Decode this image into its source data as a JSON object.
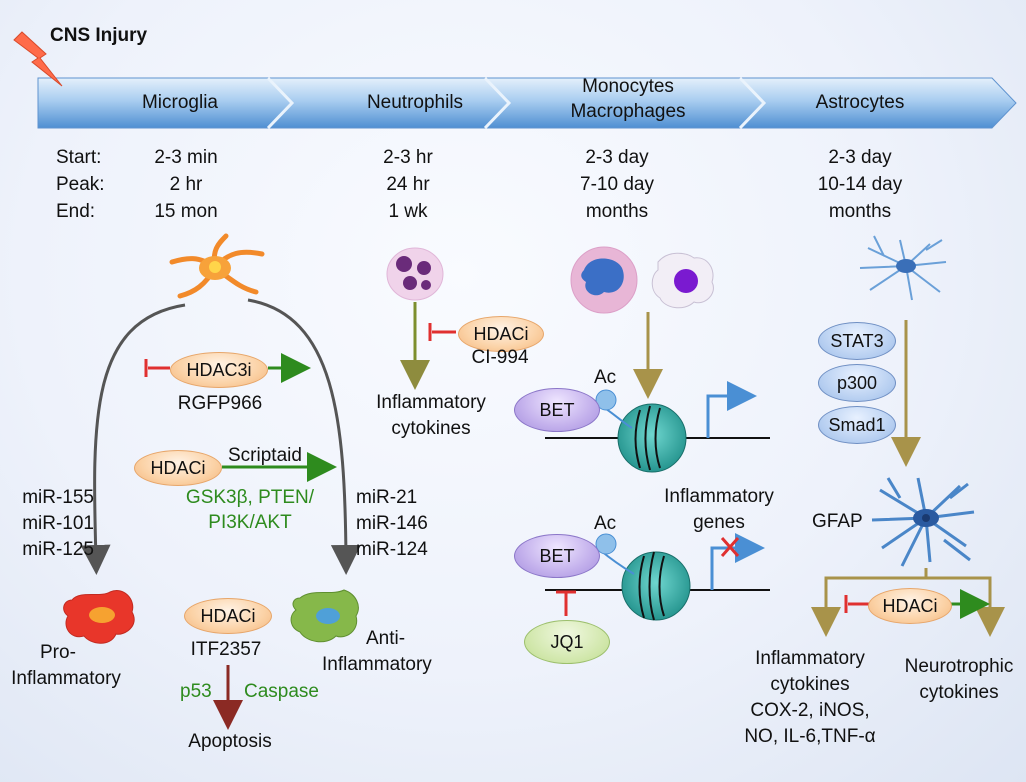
{
  "header": {
    "title": "CNS Injury"
  },
  "timeline": [
    {
      "label": "Microglia"
    },
    {
      "label": "Neutrophils"
    },
    {
      "label_line1": "Monocytes",
      "label_line2": "Macrophages"
    },
    {
      "label": "Astrocytes"
    }
  ],
  "timing_labels": {
    "start": "Start:",
    "peak": "Peak:",
    "end": "End:"
  },
  "timing": {
    "microglia": {
      "start": "2-3 min",
      "peak": "2 hr",
      "end": "15 mon"
    },
    "neutrophils": {
      "start": "2-3 hr",
      "peak": "24 hr",
      "end": "1 wk"
    },
    "monocytes": {
      "start": "2-3 day",
      "peak": "7-10 day",
      "end": "months"
    },
    "astrocytes": {
      "start": "2-3 day",
      "peak": "10-14 day",
      "end": "months"
    }
  },
  "microglia": {
    "hdac3i": "HDAC3i",
    "rgfp": "RGFP966",
    "hdaci": "HDACi",
    "scriptaid": "Scriptaid",
    "gsk_line1": "GSK3β, PTEN/",
    "gsk_line2": "PI3K/AKT",
    "mir_left": [
      "miR-155",
      "miR-101",
      "miR-125"
    ],
    "mir_right": [
      "miR-21",
      "miR-146",
      "miR-124"
    ],
    "pro_line1": "Pro-",
    "pro_line2": "Inflammatory",
    "anti_line1": "Anti-",
    "anti_line2": "Inflammatory",
    "hdaci2": "HDACi",
    "itf": "ITF2357",
    "p53": "p53",
    "caspase": "Caspase",
    "apoptosis": "Apoptosis"
  },
  "neutrophils": {
    "hdaci": "HDACi",
    "ci": "CI-994",
    "cyt_line1": "Inflammatory",
    "cyt_line2": "cytokines"
  },
  "monocytes": {
    "bet": "BET",
    "ac": "Ac",
    "bet2": "BET",
    "ac2": "Ac",
    "genes_line1": "Inflammatory",
    "genes_line2": "genes",
    "jq1": "JQ1"
  },
  "astrocytes": {
    "stat3": "STAT3",
    "p300": "p300",
    "smad1": "Smad1",
    "gfap": "GFAP",
    "hdaci": "HDACi",
    "infl_lines": [
      "Inflammatory",
      "cytokines",
      "COX-2, iNOS,",
      "NO, IL-6,TNF-α"
    ],
    "neuro_line1": "Neurotrophic",
    "neuro_line2": "cytokines"
  },
  "colors": {
    "timeline_blue": "#4a8fd4",
    "arrow_green": "#2e8b1e",
    "inhibit_red": "#e03030",
    "olive": "#a8934a",
    "dark_red": "#8b2a24"
  }
}
